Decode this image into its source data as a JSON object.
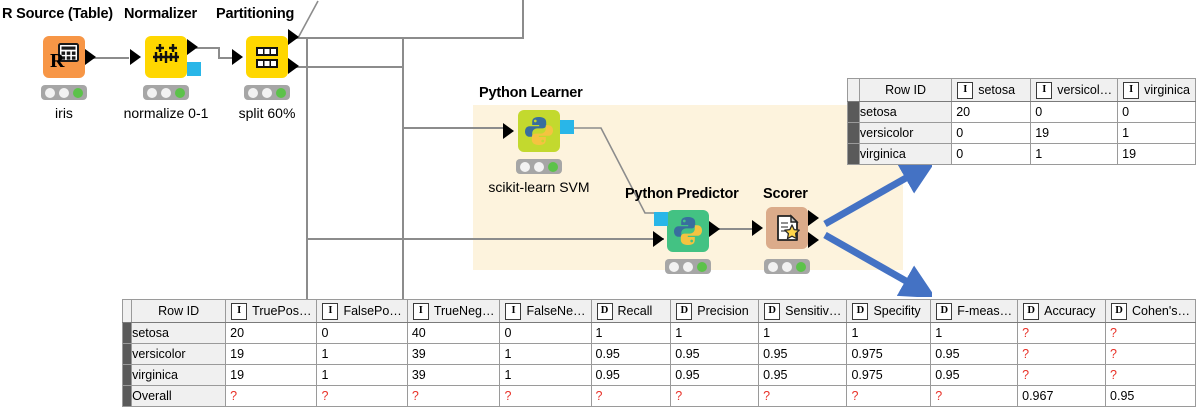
{
  "workflow": {
    "nodes": [
      {
        "id": "r-source-table",
        "title": "R Source (Table)",
        "label": "iris",
        "icon": "r-table-icon",
        "status": "executed"
      },
      {
        "id": "normalizer",
        "title": "Normalizer",
        "label": "normalize 0-1",
        "icon": "normalizer-icon",
        "status": "executed"
      },
      {
        "id": "partitioning",
        "title": "Partitioning",
        "label": "split 60%",
        "icon": "partitioning-icon",
        "status": "executed"
      },
      {
        "id": "python-learner",
        "title": "Python Learner",
        "label": "scikit-learn SVM",
        "icon": "python-icon",
        "status": "executed"
      },
      {
        "id": "python-predictor",
        "title": "Python Predictor",
        "label": "",
        "icon": "python-icon",
        "status": "executed"
      },
      {
        "id": "scorer",
        "title": "Scorer",
        "label": "",
        "icon": "scorer-icon",
        "status": "executed"
      }
    ],
    "colors": {
      "annotation_background": "#fdf3dd",
      "arrow_blue": "#4472c4",
      "wire": "#8c8c8c",
      "r_source": "#f79646",
      "normalizer": "#ffd700",
      "partitioning": "#ffd700",
      "python_learner": "#c3d92e",
      "python_predictor": "#43c283",
      "scorer": "#dbab8a",
      "port_cyan": "#29b6e8",
      "status_green": "#5cc24a"
    }
  },
  "confusion_matrix": {
    "rowid_header": "Row ID",
    "columns": [
      {
        "type": "I",
        "label": "setosa"
      },
      {
        "type": "I",
        "label": "versicol…"
      },
      {
        "type": "I",
        "label": "virginica"
      }
    ],
    "rows": [
      {
        "rowid": "setosa",
        "values": [
          "20",
          "0",
          "0"
        ]
      },
      {
        "rowid": "versicolor",
        "values": [
          "0",
          "19",
          "1"
        ]
      },
      {
        "rowid": "virginica",
        "values": [
          "0",
          "1",
          "19"
        ]
      }
    ]
  },
  "accuracy_table": {
    "rowid_header": "Row ID",
    "columns": [
      {
        "type": "I",
        "label": "TruePos…"
      },
      {
        "type": "I",
        "label": "FalsePo…"
      },
      {
        "type": "I",
        "label": "TrueNeg…"
      },
      {
        "type": "I",
        "label": "FalseNe…"
      },
      {
        "type": "D",
        "label": "Recall"
      },
      {
        "type": "D",
        "label": "Precision"
      },
      {
        "type": "D",
        "label": "Sensitiv…"
      },
      {
        "type": "D",
        "label": "Specifity"
      },
      {
        "type": "D",
        "label": "F-meas…"
      },
      {
        "type": "D",
        "label": "Accuracy"
      },
      {
        "type": "D",
        "label": "Cohen's…"
      }
    ],
    "rows": [
      {
        "rowid": "setosa",
        "values": [
          "20",
          "0",
          "40",
          "0",
          "1",
          "1",
          "1",
          "1",
          "1",
          "?",
          "?"
        ]
      },
      {
        "rowid": "versicolor",
        "values": [
          "19",
          "1",
          "39",
          "1",
          "0.95",
          "0.95",
          "0.95",
          "0.975",
          "0.95",
          "?",
          "?"
        ]
      },
      {
        "rowid": "virginica",
        "values": [
          "19",
          "1",
          "39",
          "1",
          "0.95",
          "0.95",
          "0.95",
          "0.975",
          "0.95",
          "?",
          "?"
        ]
      },
      {
        "rowid": "Overall",
        "values": [
          "?",
          "?",
          "?",
          "?",
          "?",
          "?",
          "?",
          "?",
          "?",
          "0.967",
          "0.95"
        ]
      }
    ]
  }
}
